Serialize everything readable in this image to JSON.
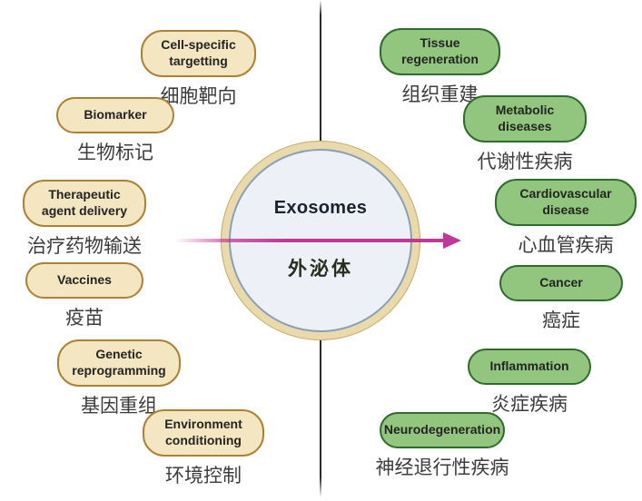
{
  "center": {
    "en": "Exosomes",
    "zh": "外泌体"
  },
  "left_items": [
    {
      "en": "Cell-specific targetting",
      "zh": "细胞靶向"
    },
    {
      "en": "Biomarker",
      "zh": "生物标记"
    },
    {
      "en": "Therapeutic agent delivery",
      "zh": "治疗药物输送"
    },
    {
      "en": "Vaccines",
      "zh": "疫苗"
    },
    {
      "en": "Genetic reprogramming",
      "zh": "基因重组"
    },
    {
      "en": "Environment conditioning",
      "zh": "环境控制"
    }
  ],
  "right_items": [
    {
      "en": "Tissue regeneration",
      "zh": "组织重建"
    },
    {
      "en": "Metabolic diseases",
      "zh": "代谢性疾病"
    },
    {
      "en": "Cardiovascular disease",
      "zh": "心血管疾病"
    },
    {
      "en": "Cancer",
      "zh": "癌症"
    },
    {
      "en": "Inflammation",
      "zh": "炎症疾病"
    },
    {
      "en": "Neurodegeneration",
      "zh": "神经退行性疾病"
    }
  ],
  "colors": {
    "application_bubble_fill": "#f3e6c0",
    "application_bubble_border": "#ab8135",
    "disease_bubble_fill": "#92c57e",
    "disease_bubble_border": "#2e6b2d",
    "arrow": "#bf3798",
    "circle_ring": "#e9d9ab",
    "circle_fill": "#edf1f7",
    "circle_inner_border": "#87a0b8",
    "divider_line": "#2a2a2a"
  }
}
